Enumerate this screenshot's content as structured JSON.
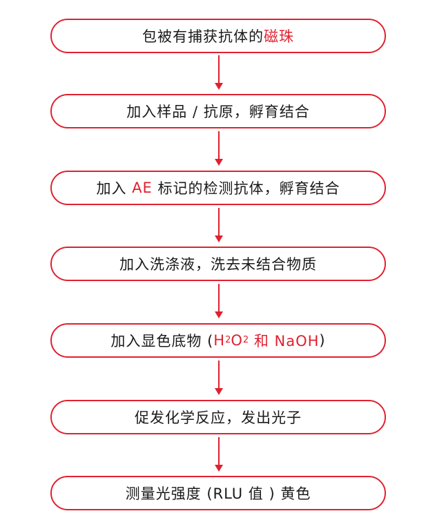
{
  "colors": {
    "accent": "#e0202f",
    "text": "#1a1a1a",
    "background": "#ffffff"
  },
  "steps": [
    {
      "parts": [
        {
          "text": "包被有捕获抗体的"
        },
        {
          "text": "磁珠",
          "color": "red"
        }
      ]
    },
    {
      "parts": [
        {
          "text": "加入样品 / 抗原，孵育结合"
        }
      ]
    },
    {
      "parts": [
        {
          "text": "加入 "
        },
        {
          "text": "AE",
          "color": "red"
        },
        {
          "text": " 标记的检测抗体，孵育结合"
        }
      ]
    },
    {
      "parts": [
        {
          "text": "加入洗涤液，洗去未结合物质"
        }
      ]
    },
    {
      "parts": [
        {
          "text": "加入显色底物 ("
        },
        {
          "text": "H",
          "color": "red"
        },
        {
          "text": "2",
          "color": "red",
          "sub": true
        },
        {
          "text": "O",
          "color": "red"
        },
        {
          "text": "2",
          "color": "red",
          "sub": true
        },
        {
          "text": " 和 NaOH",
          "color": "red"
        },
        {
          "text": ")"
        }
      ]
    },
    {
      "parts": [
        {
          "text": "促发化学反应，发出光子"
        }
      ]
    },
    {
      "parts": [
        {
          "text": "测量光强度 (RLU 值 ) 黄色"
        }
      ]
    }
  ]
}
